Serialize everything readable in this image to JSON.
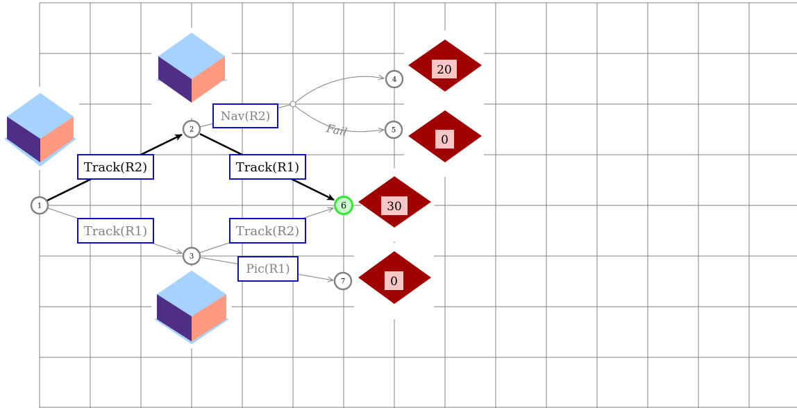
{
  "nodes": {
    "n1": "1",
    "n2": "2",
    "n3": "3",
    "n4": "4",
    "n5": "5",
    "n6": "6",
    "n7": "7"
  },
  "edge_labels": {
    "track_r2_top": "Track(R2)",
    "track_r1_top": "Track(R1)",
    "nav_r2": "Nav(R2)",
    "fail": "Fail",
    "track_r1_bottom": "Track(R1)",
    "track_r2_bottom": "Track(R2)",
    "pic_r1": "Pic(R1)"
  },
  "rewards": {
    "n4": "20",
    "n5": "0",
    "n6": "30",
    "n7": "0"
  },
  "colors": {
    "grid": "#808080",
    "node_stroke": "#808080",
    "highlight_stroke": "#33e633",
    "highlight_fill": "#ccffcc",
    "label_border": "#1010c0",
    "reward_diamond": "#a00000",
    "reward_box": "#f9c6c6",
    "cube_top": "#a6d2ff",
    "cube_left": "#4f2f86",
    "cube_right": "#ff9980",
    "inactive": "#808080",
    "active": "#000000"
  }
}
